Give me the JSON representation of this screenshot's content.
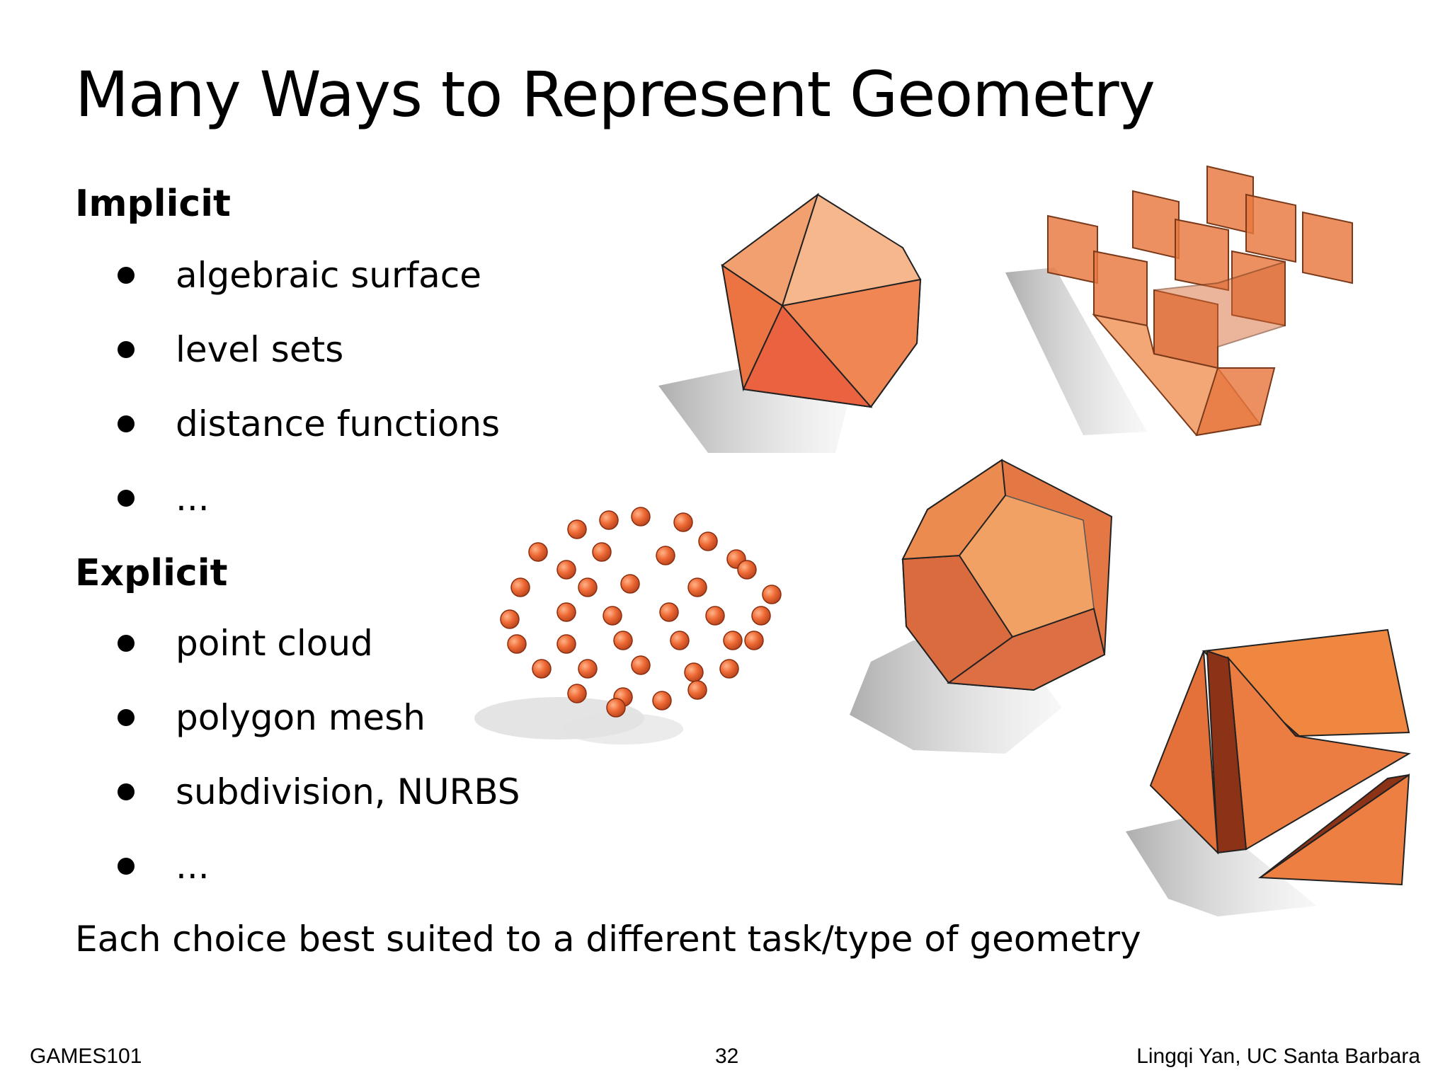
{
  "slide": {
    "title": "Many Ways to Represent Geometry",
    "implicit": {
      "heading": "Implicit",
      "items": [
        "algebraic surface",
        "level sets",
        "distance functions",
        "..."
      ]
    },
    "explicit": {
      "heading": "Explicit",
      "items": [
        "point cloud",
        "polygon mesh",
        "subdivision, NURBS",
        "..."
      ]
    },
    "summary": "Each choice best suited to a different task/type of geometry"
  },
  "footer": {
    "left": "GAMES101",
    "page": "32",
    "right": "Lingqi Yan, UC Santa Barbara"
  },
  "colors": {
    "accent": "#e8763f",
    "accent_light": "#f3a070",
    "accent_dark": "#c9552a",
    "shadow": "#d4d4d4"
  }
}
